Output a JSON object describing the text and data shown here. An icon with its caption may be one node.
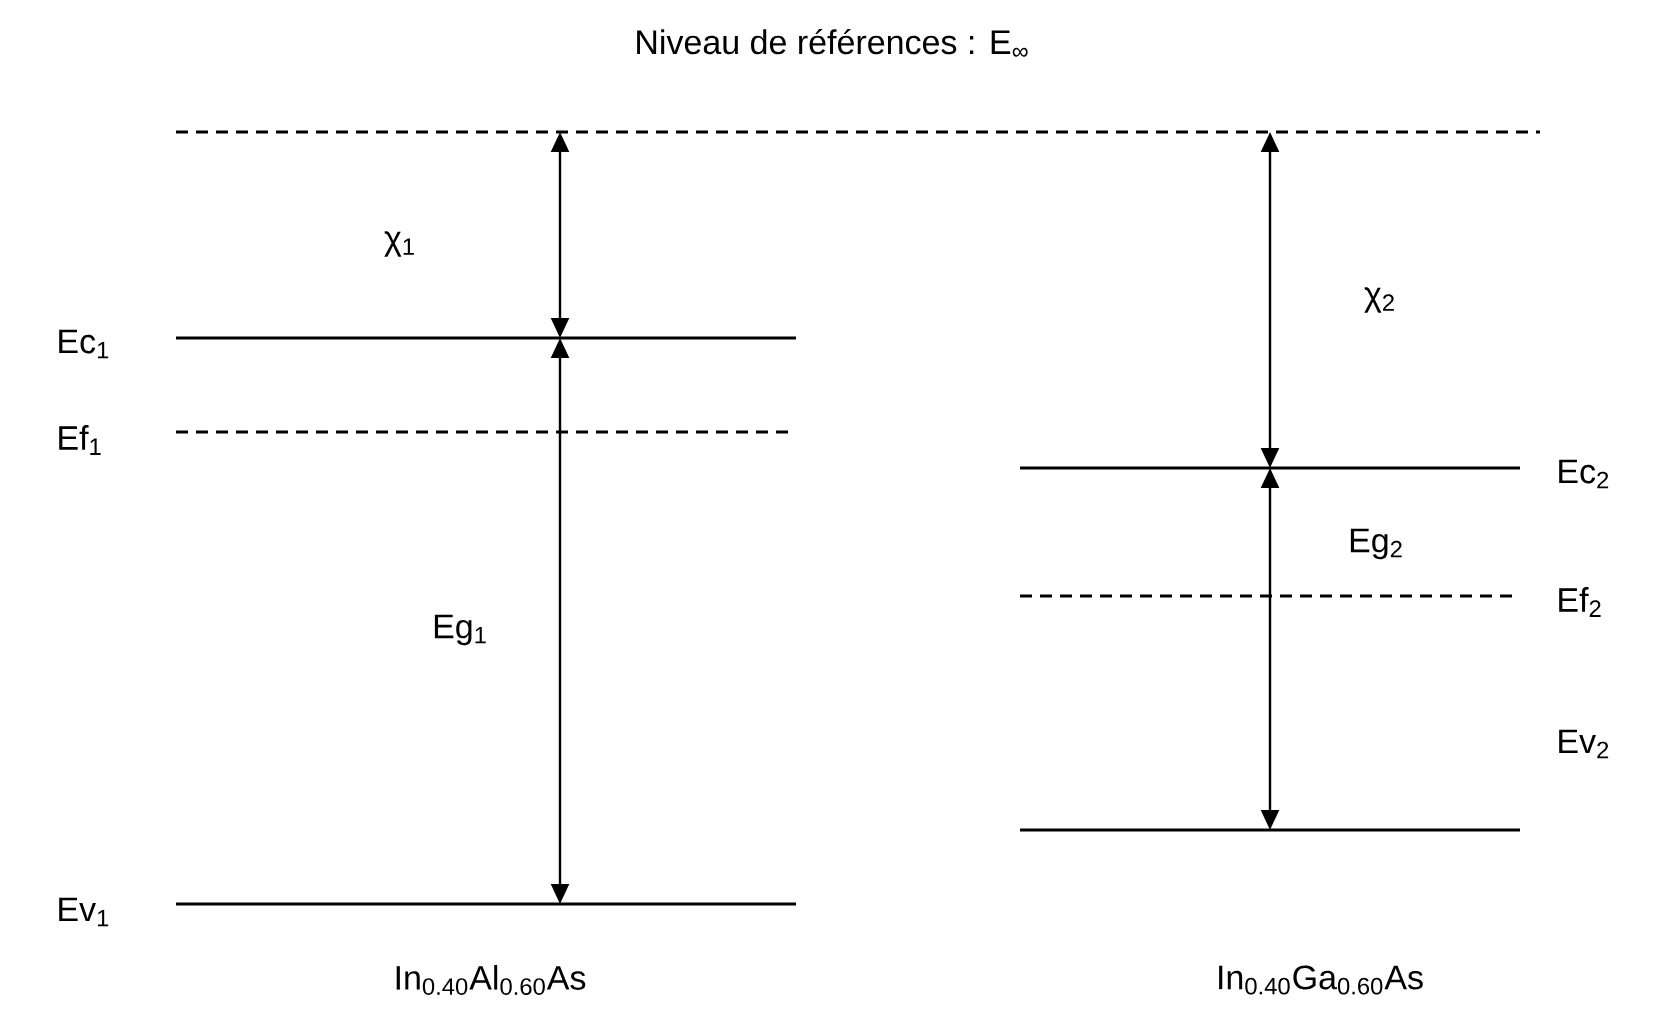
{
  "diagram": {
    "title": "Niveau de références : E$_{∞}$",
    "nodes": [
      {
        "text": [],
        "shape": "line"
      },
      {
        "text": [
          "Ec$_{1}$"
        ]
      },
      {
        "text": [
          "Ef$_{1}$"
        ]
      },
      {
        "text": [
          "Ev$_{1}$"
        ]
      },
      {
        "text": [
          "Ec$_{2}$"
        ]
      },
      {
        "text": [
          "Ef$_{2}$"
        ]
      },
      {
        "text": [
          "Ev$_{2}$"
        ]
      }
    ],
    "edges": [
      {
        "from": 0,
        "to": 1,
        "arrow": "both",
        "label": "χ$_{1}$"
      },
      {
        "from": 1,
        "to": 3,
        "arrow": "both",
        "label": "Eg$_{1}$"
      },
      {
        "from": 0,
        "to": 4,
        "arrow": "both",
        "label": "χ$_{2}$"
      },
      {
        "from": 4,
        "to": 6,
        "arrow": "both",
        "label": "Eg$_{2}$"
      }
    ],
    "labels": [
      "In$_{0.40}$Al$_{0.60}$As",
      "In$_{0.40}$Ga$_{0.60}$As"
    ]
  }
}
